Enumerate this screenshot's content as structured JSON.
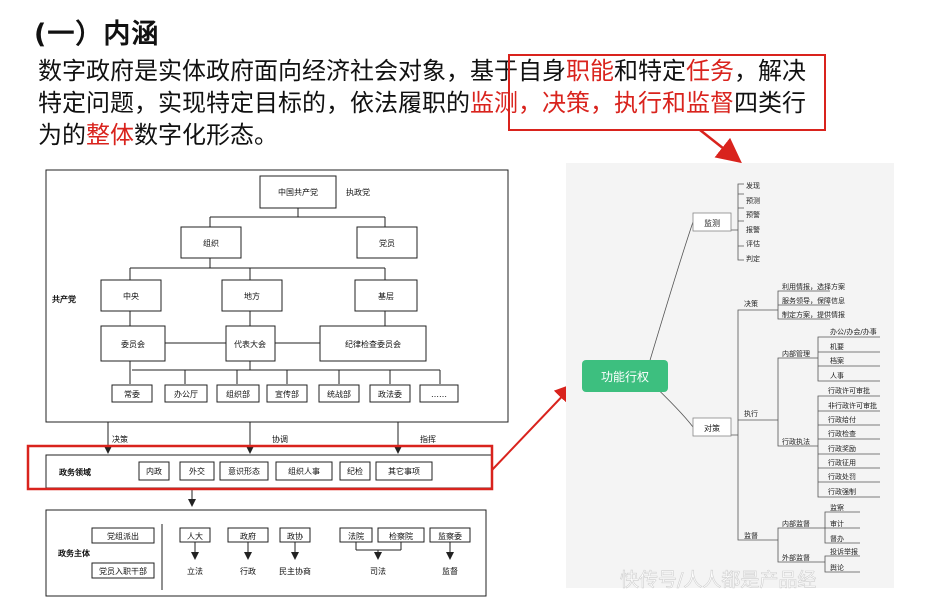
{
  "heading": "(一）内涵",
  "definition": {
    "line1_a": "数字政府是实体政府面向经济社会对象，基于自身",
    "line1_b": "职能",
    "line1_c": "和特定",
    "line1_d": "任务",
    "line1_e": "，解决",
    "line2_a": "特定问题，实现特定目标的，依法履职的",
    "line2_b": "监测，决策，执行和监督",
    "line2_c": "四类行",
    "line3_a": "为的",
    "line3_b": "整体",
    "line3_c": "数字化形态。"
  },
  "org_chart": {
    "top": "中国共产党",
    "top_note": "执政党",
    "side_label": "共产党",
    "level1": [
      "组织",
      "党员"
    ],
    "level2": [
      "中央",
      "地方",
      "基层"
    ],
    "level3": [
      "委员会",
      "代表大会",
      "纪律检查委员会"
    ],
    "level4": [
      "常委",
      "办公厅",
      "组织部",
      "宣传部",
      "统战部",
      "政法委",
      "……"
    ],
    "relations": [
      "决策",
      "协调",
      "指挥"
    ],
    "domain_label": "政务领域",
    "domains": [
      "内政",
      "外交",
      "意识形态",
      "组织人事",
      "纪检",
      "其它事项"
    ],
    "subject_label": "政务主体",
    "party_boxes": [
      "党组派出",
      "党员入职干部"
    ],
    "subjects": [
      "人大",
      "政府",
      "政协",
      "法院",
      "检察院",
      "监察委"
    ],
    "functions": [
      "立法",
      "行政",
      "民主协商",
      "司法",
      "监督"
    ]
  },
  "mind_map": {
    "root": "功能行权",
    "branches": [
      "监测",
      "对策"
    ],
    "monitor_items": [
      "发现",
      "预测",
      "预警",
      "报警",
      "评估",
      "判定"
    ],
    "policy_groups": [
      "决策",
      "执行",
      "监督"
    ],
    "decision_items": [
      "利用情报，选择方案",
      "服务领导，保障信息",
      "制定方案，提供情报"
    ],
    "exec_groups": [
      "内部管理",
      "行政执法"
    ],
    "internal_mgmt": [
      "办公/办会/办事",
      "机要",
      "档案",
      "人事"
    ],
    "admin_enforce": [
      "行政许可审批",
      "非行政许可审批",
      "行政给付",
      "行政检查",
      "行政奖励",
      "行政征用",
      "行政处罚",
      "行政强制"
    ],
    "supervise_groups": [
      "内部监督",
      "外部监督"
    ],
    "internal_sup": [
      "监察",
      "审计",
      "督办"
    ],
    "external_sup": [
      "投诉举报",
      "舆论"
    ],
    "root_color": "#3dbf7f"
  },
  "watermark": "快传号/人人都是产品经",
  "accent": "#d9231d"
}
